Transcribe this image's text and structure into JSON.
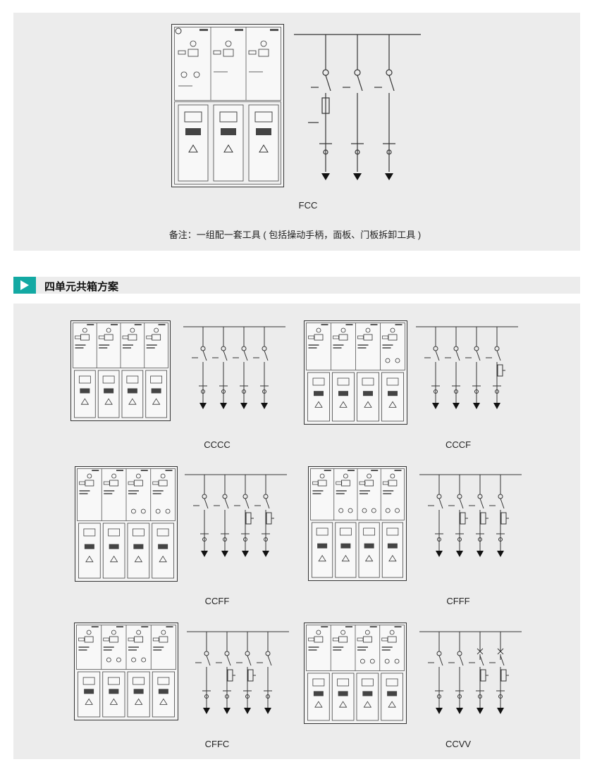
{
  "top_panel": {
    "label": "FCC",
    "note": "备注：一组配一套工具 ( 包括操动手柄，面板、门板拆卸工具 )"
  },
  "section": {
    "title": "四单元共箱方案",
    "icon": "play-triangle-icon",
    "accent_color": "#13a9a3"
  },
  "schemes": [
    {
      "label": "CCCC"
    },
    {
      "label": "CCCF"
    },
    {
      "label": "CCFF"
    },
    {
      "label": "CFFF"
    },
    {
      "label": "CFFC"
    },
    {
      "label": "CCVV"
    }
  ]
}
